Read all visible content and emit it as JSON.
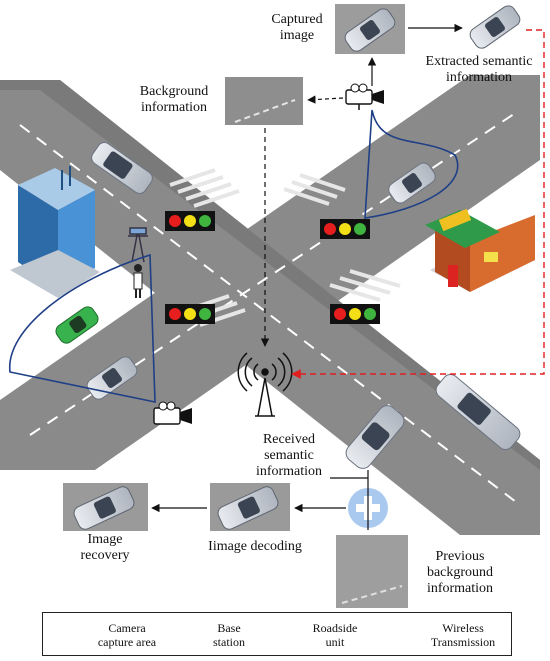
{
  "labels": {
    "captured_image": "Captured\nimage",
    "extracted_semantic": "Extracted  semantic\ninformation",
    "background_information": "Background\ninformation",
    "received_semantic": "Received\nsemantic\ninformation",
    "image_decoding": "Iimage decoding",
    "image_recovery": "Image\nrecovery",
    "previous_background": "Previous\nbackground\ninformation"
  },
  "legend": {
    "camera_area": "Camera\ncapture area",
    "base_station": "Base\nstation",
    "roadside_unit": "Roadside\nunit",
    "wireless": "Wireless\nTransmission"
  },
  "colors": {
    "road": "#8a8a8a",
    "camera_area": "#1f3f86",
    "wireless_link": "#e02020",
    "car_silver": "#c9ced6",
    "car_green": "#37b24d",
    "plus_circle": "#a9c9ef"
  }
}
